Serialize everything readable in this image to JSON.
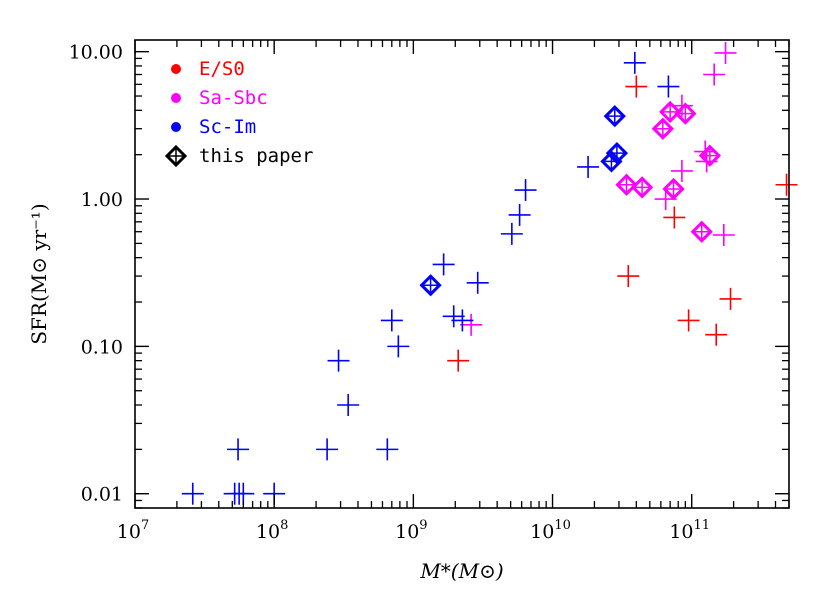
{
  "chart_data": {
    "type": "scatter",
    "title": "",
    "xlabel": "M*(M⊙)",
    "ylabel": "SFR(M⊙ yr⁻¹)",
    "x_scale": "log",
    "y_scale": "log",
    "xlim": [
      10000000,
      500000000000
    ],
    "ylim": [
      0.008,
      12
    ],
    "x_ticks": [
      {
        "value": 10000000,
        "base": "10",
        "exp": "7"
      },
      {
        "value": 100000000,
        "base": "10",
        "exp": "8"
      },
      {
        "value": 1000000000,
        "base": "10",
        "exp": "9"
      },
      {
        "value": 10000000000,
        "base": "10",
        "exp": "10"
      },
      {
        "value": 100000000000,
        "base": "10",
        "exp": "11"
      }
    ],
    "y_ticks": [
      {
        "value": 0.01,
        "label": "0.01"
      },
      {
        "value": 0.1,
        "label": "0.10"
      },
      {
        "value": 1,
        "label": "1.00"
      },
      {
        "value": 10,
        "label": "10.00"
      }
    ],
    "legend": {
      "position": "top-left",
      "entries": [
        {
          "label": "E/S0",
          "marker": "dot",
          "color": "#ff0000"
        },
        {
          "label": "Sa-Sbc",
          "marker": "dot",
          "color": "#ff00ff"
        },
        {
          "label": "Sc-Im",
          "marker": "dot",
          "color": "#0000ff"
        },
        {
          "label": "this paper",
          "marker": "diamond-cross",
          "color": "#000000"
        }
      ]
    },
    "series": [
      {
        "name": "E/S0",
        "marker": "plus",
        "color": "#ff0000",
        "points": [
          {
            "x": 2100000000,
            "y": 0.08
          },
          {
            "x": 35000000000,
            "y": 0.3
          },
          {
            "x": 40000000000,
            "y": 5.8
          },
          {
            "x": 75000000000,
            "y": 0.75
          },
          {
            "x": 95000000000,
            "y": 0.15
          },
          {
            "x": 150000000000,
            "y": 0.12
          },
          {
            "x": 190000000000,
            "y": 0.21
          },
          {
            "x": 480000000000,
            "y": 1.25
          }
        ]
      },
      {
        "name": "Sa-Sbc",
        "marker": "plus",
        "color": "#ff00ff",
        "points": [
          {
            "x": 2600000000,
            "y": 0.14
          },
          {
            "x": 65000000000,
            "y": 1.0
          },
          {
            "x": 85000000000,
            "y": 1.55
          },
          {
            "x": 85000000000,
            "y": 4.3
          },
          {
            "x": 125000000000,
            "y": 2.1
          },
          {
            "x": 128000000000,
            "y": 1.8
          },
          {
            "x": 145000000000,
            "y": 7.0
          },
          {
            "x": 170000000000,
            "y": 0.57
          },
          {
            "x": 175000000000,
            "y": 9.8
          }
        ]
      },
      {
        "name": "Sc-Im",
        "marker": "plus",
        "color": "#0000ff",
        "points": [
          {
            "x": 26000000,
            "y": 0.01
          },
          {
            "x": 52000000,
            "y": 0.01
          },
          {
            "x": 56000000,
            "y": 0.01
          },
          {
            "x": 60000000,
            "y": 0.01
          },
          {
            "x": 55000000,
            "y": 0.02
          },
          {
            "x": 100000000,
            "y": 0.01
          },
          {
            "x": 240000000,
            "y": 0.02
          },
          {
            "x": 290000000,
            "y": 0.08
          },
          {
            "x": 340000000,
            "y": 0.04
          },
          {
            "x": 650000000,
            "y": 0.02
          },
          {
            "x": 700000000,
            "y": 0.15
          },
          {
            "x": 780000000,
            "y": 0.1
          },
          {
            "x": 1650000000,
            "y": 0.36
          },
          {
            "x": 1950000000,
            "y": 0.16
          },
          {
            "x": 2250000000,
            "y": 0.15
          },
          {
            "x": 2900000000,
            "y": 0.27
          },
          {
            "x": 5100000000,
            "y": 0.58
          },
          {
            "x": 5800000000,
            "y": 0.78
          },
          {
            "x": 6400000000,
            "y": 1.15
          },
          {
            "x": 18000000000,
            "y": 1.65
          },
          {
            "x": 39000000000,
            "y": 8.4
          },
          {
            "x": 68000000000,
            "y": 5.8
          }
        ]
      },
      {
        "name": "this paper",
        "marker": "diamond-cross",
        "points": [
          {
            "x": 1330000000,
            "y": 0.26,
            "color": "#0000ff"
          },
          {
            "x": 26500000000,
            "y": 1.8,
            "color": "#0000ff"
          },
          {
            "x": 29000000000,
            "y": 2.05,
            "color": "#0000ff"
          },
          {
            "x": 28000000000,
            "y": 3.65,
            "color": "#0000ff"
          },
          {
            "x": 34000000000,
            "y": 1.25,
            "color": "#ff00ff"
          },
          {
            "x": 44000000000,
            "y": 1.2,
            "color": "#ff00ff"
          },
          {
            "x": 62000000000,
            "y": 3.0,
            "color": "#ff00ff"
          },
          {
            "x": 70000000000,
            "y": 3.9,
            "color": "#ff00ff"
          },
          {
            "x": 74000000000,
            "y": 1.17,
            "color": "#ff00ff"
          },
          {
            "x": 90000000000,
            "y": 3.8,
            "color": "#ff00ff"
          },
          {
            "x": 118000000000,
            "y": 0.6,
            "color": "#ff00ff"
          },
          {
            "x": 135000000000,
            "y": 1.97,
            "color": "#ff00ff"
          }
        ]
      }
    ]
  }
}
